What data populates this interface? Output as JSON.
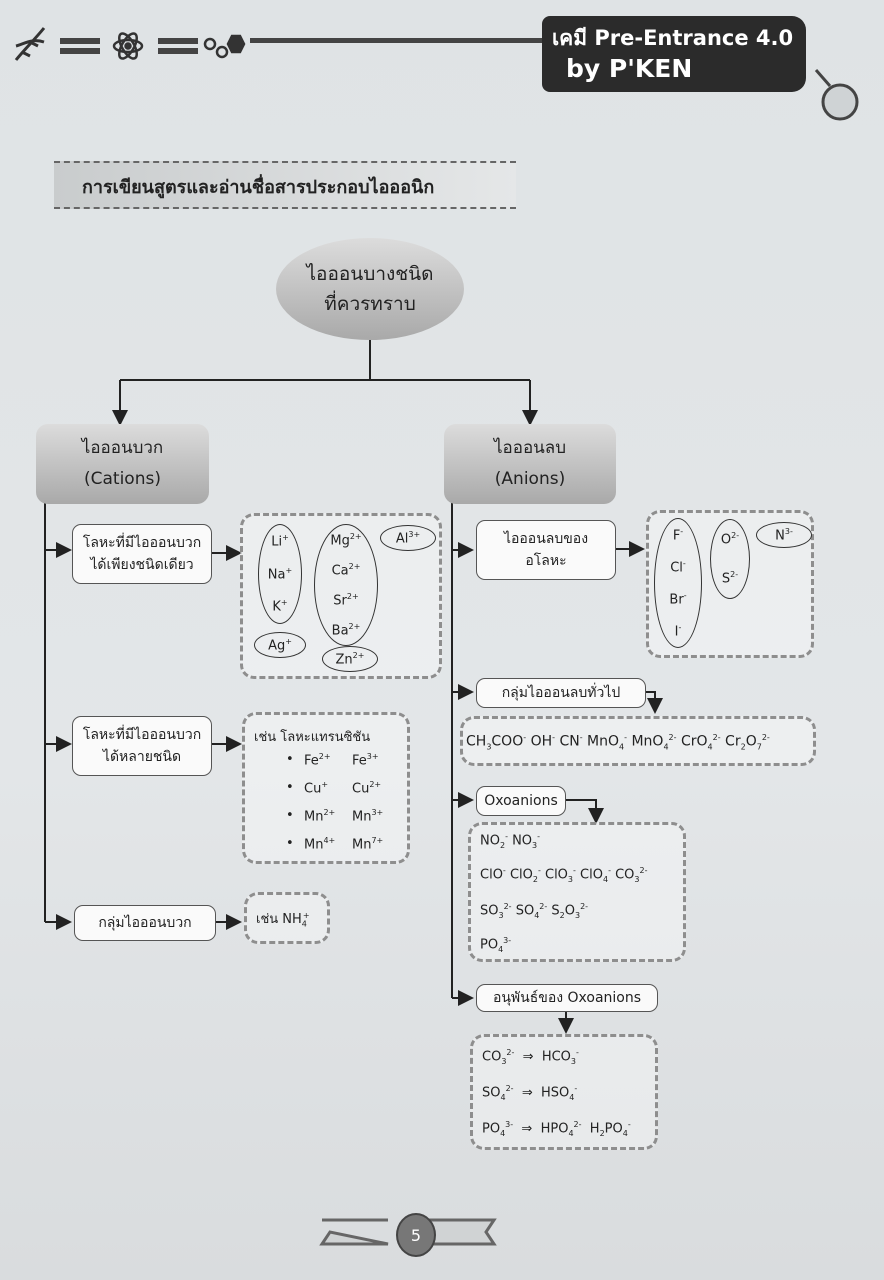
{
  "header": {
    "title_line1": "เคมี Pre-Entrance 4.0",
    "title_line2": "by P'KEN",
    "icons": [
      "dna-icon",
      "atom-icon",
      "molecule-icon",
      "flask-icon"
    ]
  },
  "section_title": "การเขียนสูตรและอ่านชื่อสารประกอบไอออนิก",
  "root": {
    "line1": "ไอออนบางชนิด",
    "line2": "ที่ควรทราบ"
  },
  "cations": {
    "line1": "ไอออนบวก",
    "line2": "(Cations)",
    "single_label": {
      "line1": "โลหะที่มีไอออนบวก",
      "line2": "ได้เพียงชนิดเดียว"
    },
    "single_group1": [
      [
        "Li",
        "+"
      ],
      [
        "Na",
        "+"
      ],
      [
        "K",
        "+"
      ]
    ],
    "single_group2": [
      [
        "Mg",
        "2+"
      ],
      [
        "Ca",
        "2+"
      ],
      [
        "Sr",
        "2+"
      ],
      [
        "Ba",
        "2+"
      ]
    ],
    "single_al": [
      "Al",
      "3+"
    ],
    "single_ag": [
      "Ag",
      "+"
    ],
    "single_zn": [
      "Zn",
      "2+"
    ],
    "multi_label": {
      "line1": "โลหะที่มีไอออนบวก",
      "line2": "ได้หลายชนิด"
    },
    "multi_heading": "เช่น  โลหะแทรนซิชัน",
    "multi_rows": [
      [
        [
          "Fe",
          "2+"
        ],
        [
          "Fe",
          "3+"
        ]
      ],
      [
        [
          "Cu",
          "+"
        ],
        [
          "Cu",
          "2+"
        ]
      ],
      [
        [
          "Mn",
          "2+"
        ],
        [
          "Mn",
          "3+"
        ]
      ],
      [
        [
          "Mn",
          "4+"
        ],
        [
          "Mn",
          "7+"
        ]
      ]
    ],
    "group_label": "กลุ่มไอออนบวก",
    "group_example": "เช่น NH"
  },
  "anions": {
    "line1": "ไอออนลบ",
    "line2": "(Anions)",
    "nonmetal_label": {
      "line1": "ไอออนลบของ",
      "line2": "อโลหะ"
    },
    "halides": [
      [
        "F",
        "-"
      ],
      [
        "Cl",
        "-"
      ],
      [
        "Br",
        "-"
      ],
      [
        "I",
        "-"
      ]
    ],
    "chalcogens": [
      [
        "O",
        "2-"
      ],
      [
        "S",
        "2-"
      ]
    ],
    "nitride": [
      "N",
      "3-"
    ],
    "common_label": "กลุ่มไอออนลบทั่วไป",
    "oxo_label": "Oxoanions",
    "deriv_label": "อนุพันธ์ของ Oxoanions"
  },
  "page_number": "5"
}
